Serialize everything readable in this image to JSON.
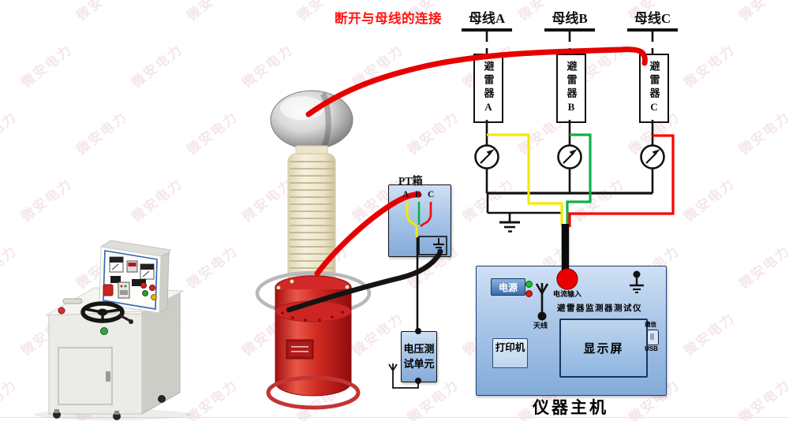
{
  "annotation": {
    "disconnect_note": "断开与母线的连接"
  },
  "busbars": [
    {
      "label": "母线A"
    },
    {
      "label": "母线B"
    },
    {
      "label": "母线C"
    }
  ],
  "arresters": [
    {
      "label": "避雷器A"
    },
    {
      "label": "避雷器B"
    },
    {
      "label": "避雷器C"
    }
  ],
  "pt_box": {
    "label": "PT箱",
    "terminals": [
      "A",
      "B",
      "C"
    ]
  },
  "voltage_unit": {
    "label": "电压测试单元"
  },
  "instrument": {
    "power_button": "电源",
    "antenna_label": "天线",
    "current_input_label": "电流输入",
    "title": "避雷器监测器测试仪",
    "printer_label": "打印机",
    "display_label": "显示屏",
    "comm_label": "通信",
    "usb_label": "USB",
    "caption": "仪器主机"
  },
  "watermark": {
    "text": "微安电力"
  },
  "colors": {
    "annotation_red": "#ff1414",
    "cable_red": "#e60000",
    "cable_black": "#111111",
    "wire_yellow": "#f5e900",
    "wire_green": "#0faf4a",
    "wire_red": "#ff0000",
    "box_border_blue": "#1c3f73",
    "box_fill_blue": "#a9c6e8",
    "connector_red": "#e90000",
    "transformer_tank_red": "#d42222",
    "console_body_grey": "#e9e9e5"
  }
}
